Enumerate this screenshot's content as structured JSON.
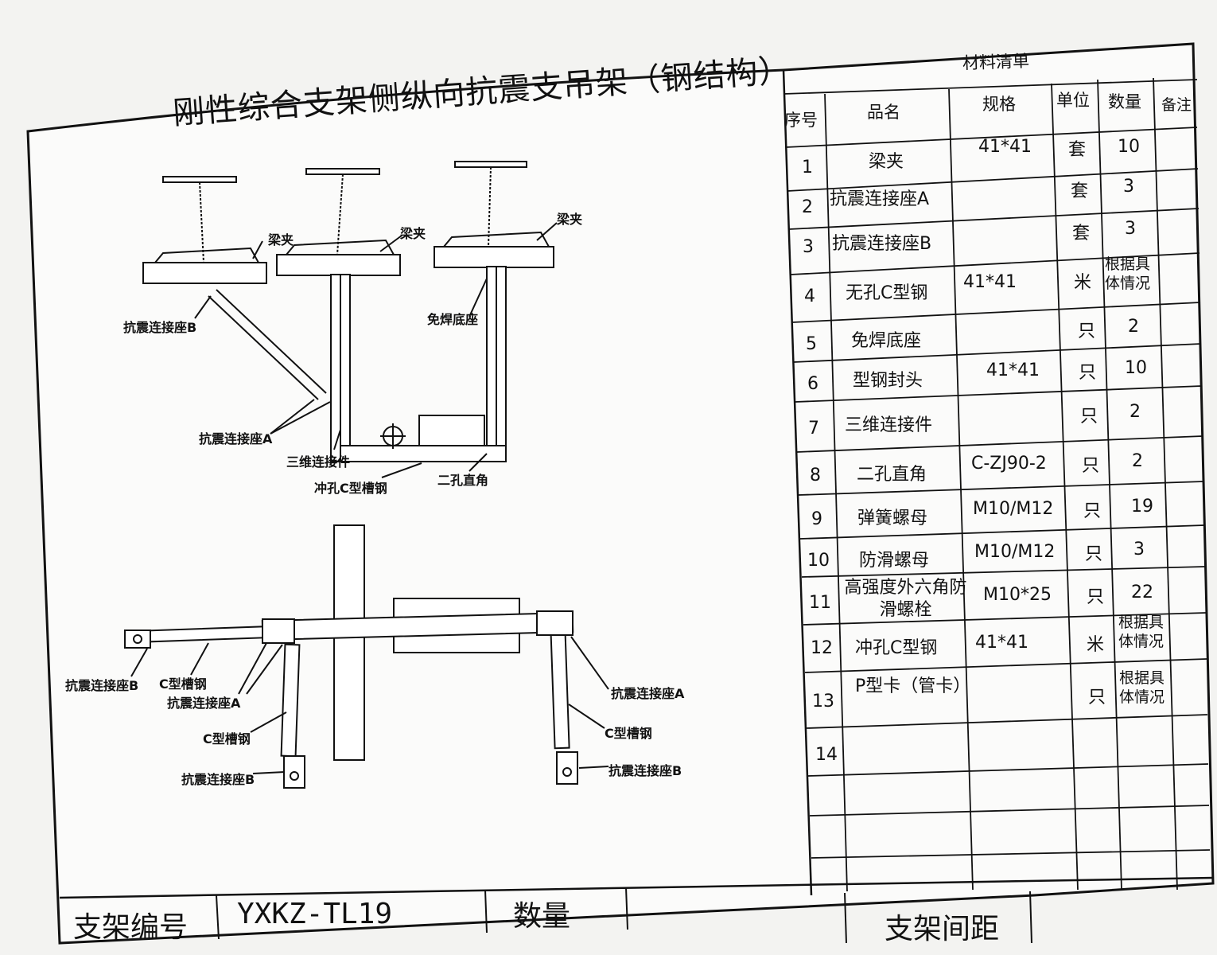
{
  "drawing_title": "刚性综合支架侧纵向抗震支吊架（钢结构）",
  "labels_top": {
    "beam_clamp_1": "梁夹",
    "beam_clamp_2": "梁夹",
    "beam_clamp_3": "梁夹",
    "seat_b": "抗震连接座B",
    "weld_free_base": "免焊底座",
    "seat_a": "抗震连接座A",
    "three_d_connector": "三维连接件",
    "punched_channel": "冲孔C型槽钢",
    "two_hole_angle": "二孔直角"
  },
  "labels_bottom": {
    "seat_b_left": "抗震连接座B",
    "channel_left": "C型槽钢",
    "seat_a_left": "抗震连接座A",
    "channel_mid": "C型槽钢",
    "seat_b_mid": "抗震连接座B",
    "seat_a_right": "抗震连接座A",
    "channel_right": "C型槽钢",
    "seat_b_right": "抗震连接座B"
  },
  "material_list": {
    "title": "材料清单",
    "headers": [
      "序号",
      "品名",
      "规格",
      "单位",
      "数量",
      "备注"
    ],
    "rows": [
      {
        "no": "1",
        "name": "梁夹",
        "spec": "41*41",
        "unit": "套",
        "qty": "10",
        "note": ""
      },
      {
        "no": "2",
        "name": "抗震连接座A",
        "spec": "",
        "unit": "套",
        "qty": "3",
        "note": ""
      },
      {
        "no": "3",
        "name": "抗震连接座B",
        "spec": "",
        "unit": "套",
        "qty": "3",
        "note": ""
      },
      {
        "no": "4",
        "name": "无孔C型钢",
        "spec": "41*41",
        "unit": "米",
        "qty": "根据具体情况",
        "note": ""
      },
      {
        "no": "5",
        "name": "免焊底座",
        "spec": "",
        "unit": "只",
        "qty": "2",
        "note": ""
      },
      {
        "no": "6",
        "name": "型钢封头",
        "spec": "41*41",
        "unit": "只",
        "qty": "10",
        "note": ""
      },
      {
        "no": "7",
        "name": "三维连接件",
        "spec": "",
        "unit": "只",
        "qty": "2",
        "note": ""
      },
      {
        "no": "8",
        "name": "二孔直角",
        "spec": "C-ZJ90-2",
        "unit": "只",
        "qty": "2",
        "note": ""
      },
      {
        "no": "9",
        "name": "弹簧螺母",
        "spec": "M10/M12",
        "unit": "只",
        "qty": "19",
        "note": ""
      },
      {
        "no": "10",
        "name": "防滑螺母",
        "spec": "M10/M12",
        "unit": "只",
        "qty": "3",
        "note": ""
      },
      {
        "no": "11",
        "name": "高强度外六角防滑螺栓",
        "spec": "M10*25",
        "unit": "只",
        "qty": "22",
        "note": ""
      },
      {
        "no": "12",
        "name": "冲孔C型钢",
        "spec": "41*41",
        "unit": "米",
        "qty": "根据具体情况",
        "note": ""
      },
      {
        "no": "13",
        "name": "P型卡（管卡）",
        "spec": "",
        "unit": "只",
        "qty": "根据具体情况",
        "note": ""
      },
      {
        "no": "14",
        "name": "",
        "spec": "",
        "unit": "",
        "qty": "",
        "note": ""
      }
    ]
  },
  "footer": {
    "id_label": "支架编号",
    "id_value": "YXKZ-TL19",
    "qty_label": "数量",
    "qty_value": "",
    "spacing_label": "支架间距",
    "spacing_value": ""
  }
}
